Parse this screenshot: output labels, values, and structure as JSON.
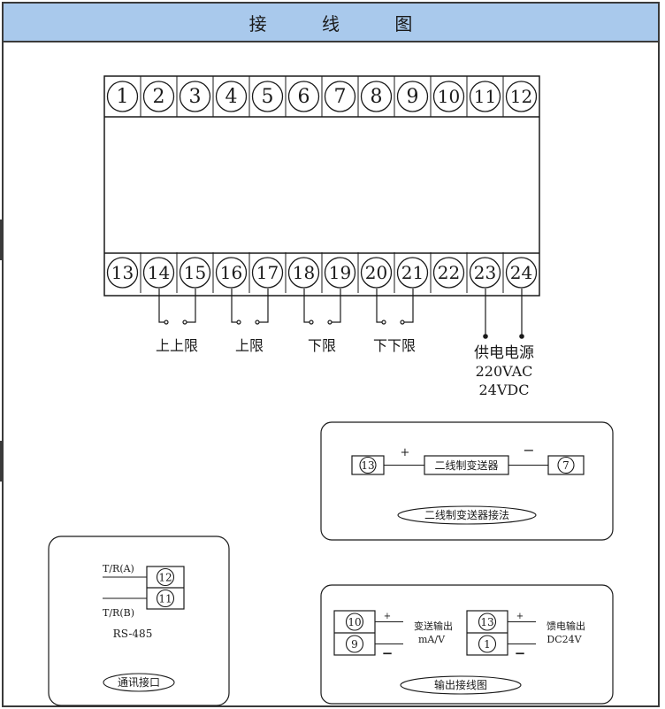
{
  "title": "接 线 图",
  "terminals": {
    "top": [
      "1",
      "2",
      "3",
      "4",
      "5",
      "6",
      "7",
      "8",
      "9",
      "10",
      "11",
      "12"
    ],
    "bottom": [
      "13",
      "14",
      "15",
      "16",
      "17",
      "18",
      "19",
      "20",
      "21",
      "22",
      "23",
      "24"
    ]
  },
  "relays": {
    "upper_upper": "上上限",
    "upper": "上限",
    "lower": "下限",
    "lower_lower": "下下限"
  },
  "power": {
    "label": "供电电源",
    "ac": "220VAC",
    "dc": "24VDC"
  },
  "two_wire": {
    "left_terminal": "13",
    "right_terminal": "7",
    "plus": "+",
    "minus": "−",
    "device": "二线制变送器",
    "caption": "二线制变送器接法"
  },
  "comm": {
    "ta": "T/R(A)",
    "tb": "T/R(B)",
    "t1": "12",
    "t2": "11",
    "protocol": "RS-485",
    "caption": "通讯接口"
  },
  "output": {
    "a_top": "10",
    "a_bottom": "9",
    "a_label1": "变送输出",
    "a_label2": "mA/V",
    "b_top": "13",
    "b_bottom": "1",
    "b_label1": "馈电输出",
    "b_label2": "DC24V",
    "plus": "+",
    "minus": "−",
    "caption": "输出接线图"
  }
}
